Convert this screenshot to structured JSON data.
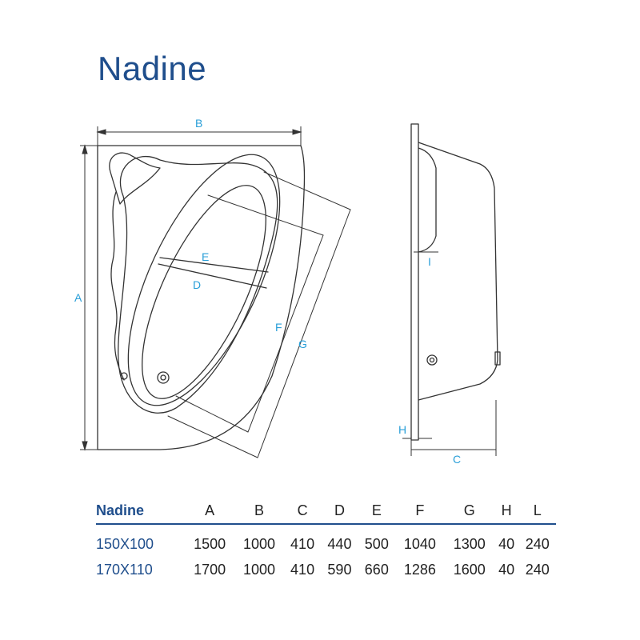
{
  "title": "Nadine",
  "dimension_labels": {
    "A": "A",
    "B": "B",
    "C": "C",
    "D": "D",
    "E": "E",
    "F": "F",
    "G": "G",
    "H": "H",
    "I": "I"
  },
  "colors": {
    "title": "#1f4e8c",
    "dimension": "#2a9fd8",
    "outline": "#333333"
  },
  "table": {
    "headers": [
      "Nadine",
      "A",
      "B",
      "C",
      "D",
      "E",
      "F",
      "G",
      "H",
      "L"
    ],
    "rows": [
      [
        "150X100",
        "1500",
        "1000",
        "410",
        "440",
        "500",
        "1040",
        "1300",
        "40",
        "240"
      ],
      [
        "170X110",
        "1700",
        "1000",
        "410",
        "590",
        "660",
        "1286",
        "1600",
        "40",
        "240"
      ]
    ]
  }
}
